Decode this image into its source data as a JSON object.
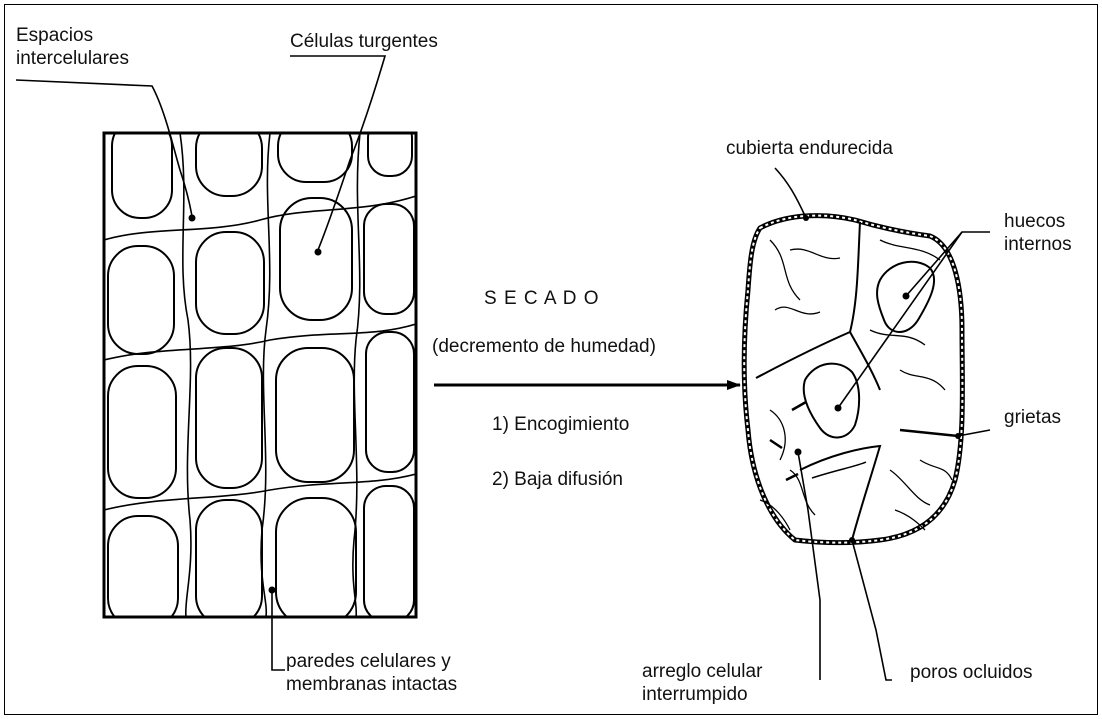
{
  "labels": {
    "espacios": [
      "Espacios",
      "intercelulares"
    ],
    "celulas_turgentes": "Células turgentes",
    "paredes": [
      "paredes celulares y",
      "membranas intactas"
    ],
    "secado": "S E C A D O",
    "decremento": "(decremento de humedad)",
    "encogimiento": "1) Encogimiento",
    "baja_difusion": "2) Baja difusión",
    "cubierta": "cubierta endurecida",
    "huecos": [
      "huecos",
      "internos"
    ],
    "grietas": "grietas",
    "arreglo": [
      "arreglo celular",
      "interrumpido"
    ],
    "poros": "poros ocluidos"
  }
}
